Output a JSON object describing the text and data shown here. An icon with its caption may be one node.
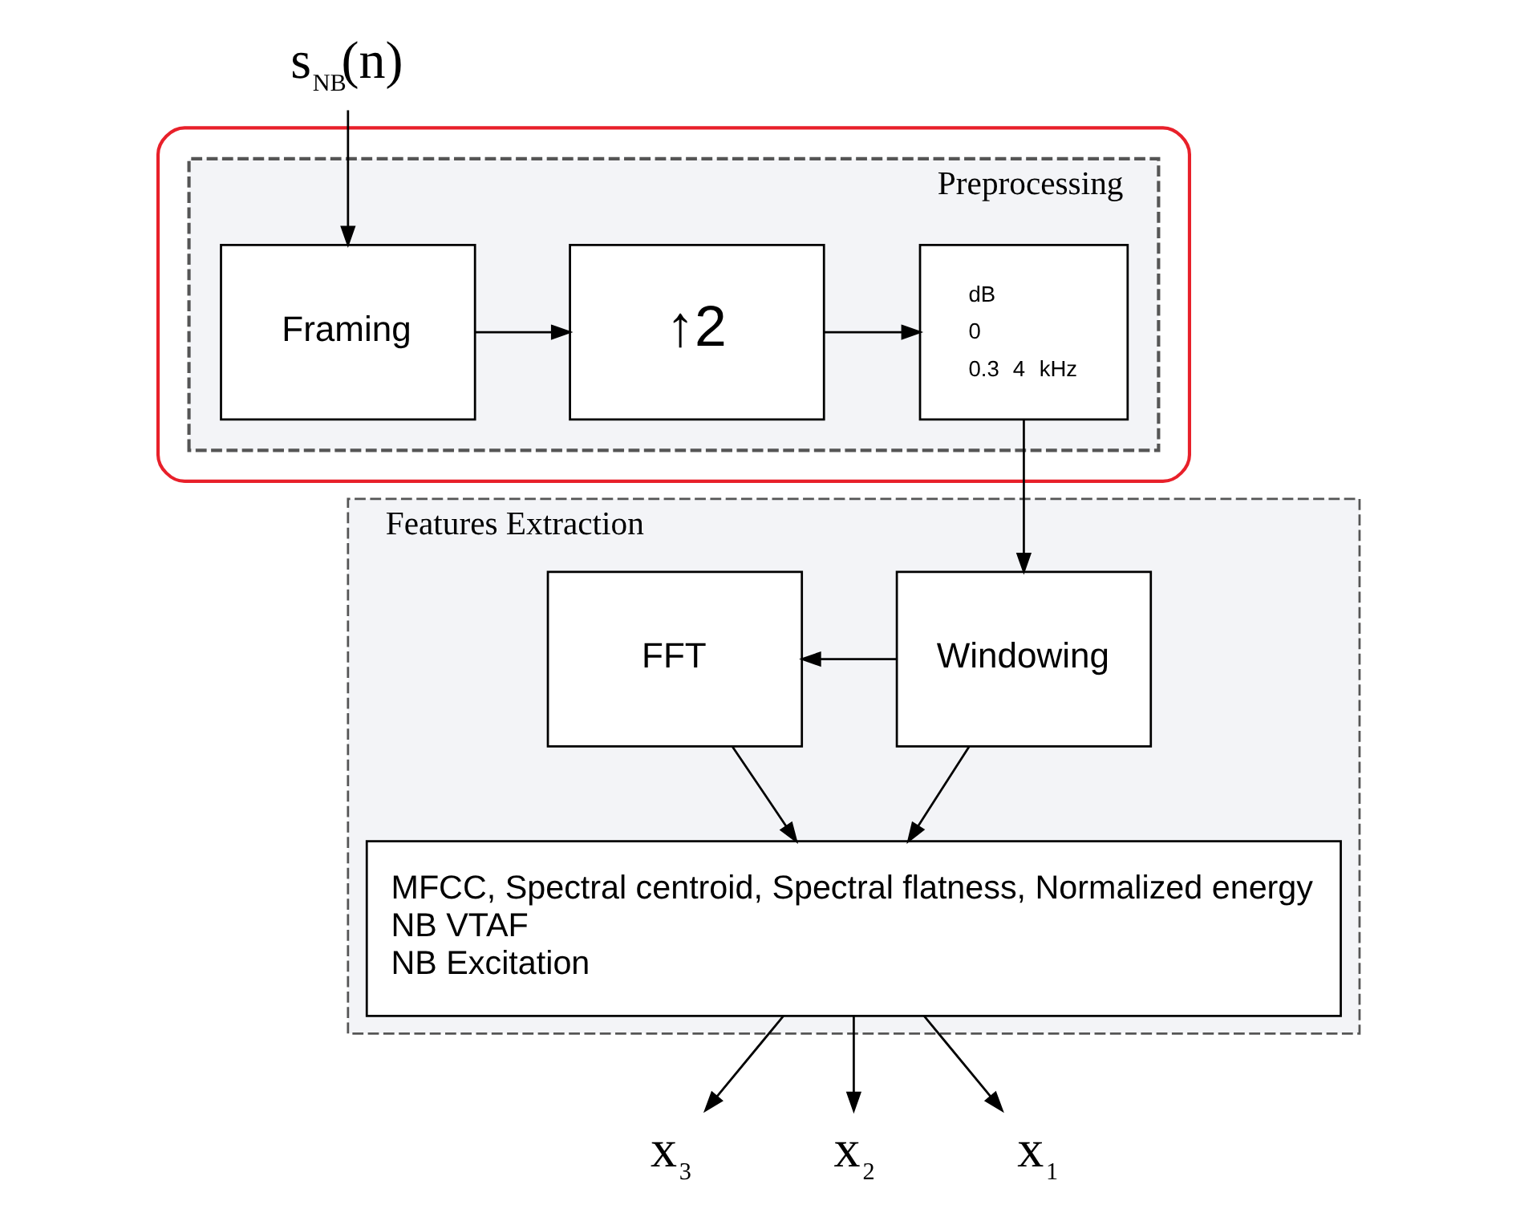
{
  "diagram": {
    "nodes": [
      {
        "text": [],
        "shape": "box"
      },
      {
        "text": [
          "Preprocessing"
        ],
        "in": 0
      },
      {
        "text": [
          "Framing"
        ],
        "in": 1
      },
      {
        "text": [
          "↑2"
        ],
        "in": 1
      },
      {
        "text": [
          "dB",
          "0",
          "0.3",
          "4",
          "kHz"
        ],
        "in": 1
      },
      {
        "text": [
          "Features Extraction"
        ]
      },
      {
        "text": [
          "FFT"
        ],
        "in": 5
      },
      {
        "text": [
          "Windowing"
        ],
        "in": 5
      },
      {
        "text": [
          "MFCC, Spectral centroid, Spectral flatness, Normalized energy",
          "NB VTAF",
          "NB Excitation"
        ],
        "in": 5
      },
      {
        "text": [
          "s$_{NB}$(n)"
        ]
      },
      {
        "text": [
          "x$_{3}$"
        ]
      },
      {
        "text": [
          "x$_{2}$"
        ]
      },
      {
        "text": [
          "x$_{1}$"
        ]
      }
    ],
    "edges": [
      {
        "from": 9,
        "to": 2,
        "arrow": "to"
      },
      {
        "from": 2,
        "to": 3,
        "arrow": "to"
      },
      {
        "from": 3,
        "to": 4,
        "arrow": "to"
      },
      {
        "from": 4,
        "to": 7,
        "arrow": "to"
      },
      {
        "from": 7,
        "to": 6,
        "arrow": "to"
      },
      {
        "from": 6,
        "to": 8,
        "arrow": "to"
      },
      {
        "from": 7,
        "to": 8,
        "arrow": "to"
      },
      {
        "from": 8,
        "to": 10,
        "arrow": "to"
      },
      {
        "from": 8,
        "to": 11,
        "arrow": "to"
      },
      {
        "from": 8,
        "to": 12,
        "arrow": "to"
      }
    ]
  }
}
